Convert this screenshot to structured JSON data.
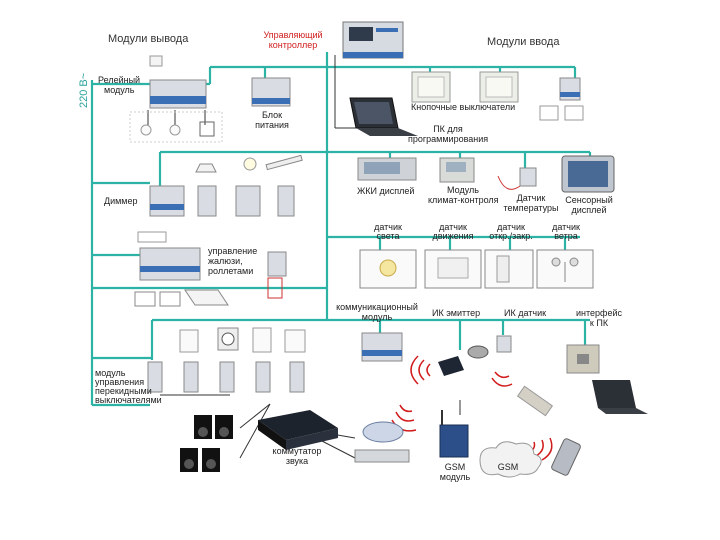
{
  "colors": {
    "bus": "#2db3a6",
    "cable": "#333333",
    "signal": "#d11c1c",
    "module_body": "#d9dde3",
    "module_blue": "#3a6fb6"
  },
  "headers": {
    "output_modules": "Модули вывода",
    "controller_line1": "Управляющий",
    "controller_line2": "контроллер",
    "input_modules": "Модули ввода",
    "voltage": "220 В~"
  },
  "labels": {
    "relay_line1": "Релейный",
    "relay_line2": "модуль",
    "power_line1": "Блок",
    "power_line2": "питания",
    "buttons": "Кнопочные выключатели",
    "pc_line1": "ПК для",
    "pc_line2": "программирования",
    "dimmer": "Диммер",
    "lcd": "ЖКИ дисплей",
    "climate_line1": "Модуль",
    "climate_line2": "климат-контроля",
    "temp_line1": "Датчик",
    "temp_line2": "температуры",
    "touch_line1": "Сенсорный",
    "touch_line2": "дисплей",
    "sensor_light_line1": "датчик",
    "sensor_light_line2": "света",
    "sensor_motion_line1": "датчик",
    "sensor_motion_line2": "движения",
    "sensor_open_line1": "датчик",
    "sensor_open_line2": "откр./закр.",
    "sensor_wind_line1": "датчик",
    "sensor_wind_line2": "ветра",
    "blinds_line1": "управление",
    "blinds_line2": "жалюзи,",
    "blinds_line3": "роллетами",
    "comm_line1": "коммуникационный",
    "comm_line2": "модуль",
    "ir_emitter": "ИК эмиттер",
    "ir_sensor": "ИК датчик",
    "pc_iface_line1": "интерфейс",
    "pc_iface_line2": "к ПК",
    "crossover_line1": "модуль",
    "crossover_line2": "управления",
    "crossover_line3": "перекидными",
    "crossover_line4": "выключателями",
    "audio_line1": "коммутатор",
    "audio_line2": "звука",
    "gsm_line1": "GSM",
    "gsm_line2": "модуль",
    "gsm_cloud": "GSM"
  }
}
